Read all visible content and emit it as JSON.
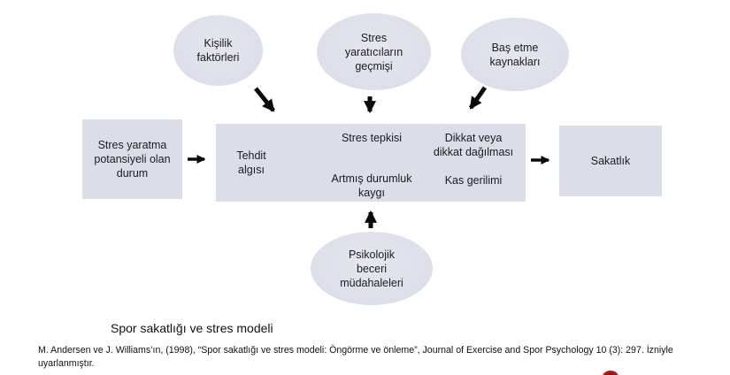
{
  "colors": {
    "node_fill": "#dbdde8",
    "node_fill_light": "#e5e6ef",
    "text": "#1c1c1c",
    "arrow": "#0a0a0a",
    "red_mark": "#a51a10",
    "page_bg": "#ffffff"
  },
  "diagram": {
    "nodes": {
      "personality": "Kişilik\nfaktörleri",
      "stressor_history": "Stres\nyaratıcıların\ngeçmişi",
      "coping_resources": "Baş etme\nkaynakları",
      "situation": "Stres yaratma\npotansiyeli olan\ndurum",
      "threat_appraisal": "Tehdit\nalgısı",
      "stress_response": "Stres tepkisi",
      "state_anxiety": "Artmış durumluk\nkaygı",
      "attention": "Dikkat veya\ndikkat dağılması",
      "muscle_tension": "Kas gerilimi",
      "injury": "Sakatlık",
      "psych_interventions": "Psikolojik\nbeceri\nmüdahaleleri"
    },
    "caption": "Spor sakatlığı ve stres modeli",
    "citation_line1": "M. Andersen ve J. Williams’ın, (1998), “Spor sakatlığı ve stres modeli: Öngörme ve önleme”, Journal of Exercise and Spor Psychology 10 (3): 297. İzniyle",
    "citation_line2": "uyarlanmıştır."
  }
}
